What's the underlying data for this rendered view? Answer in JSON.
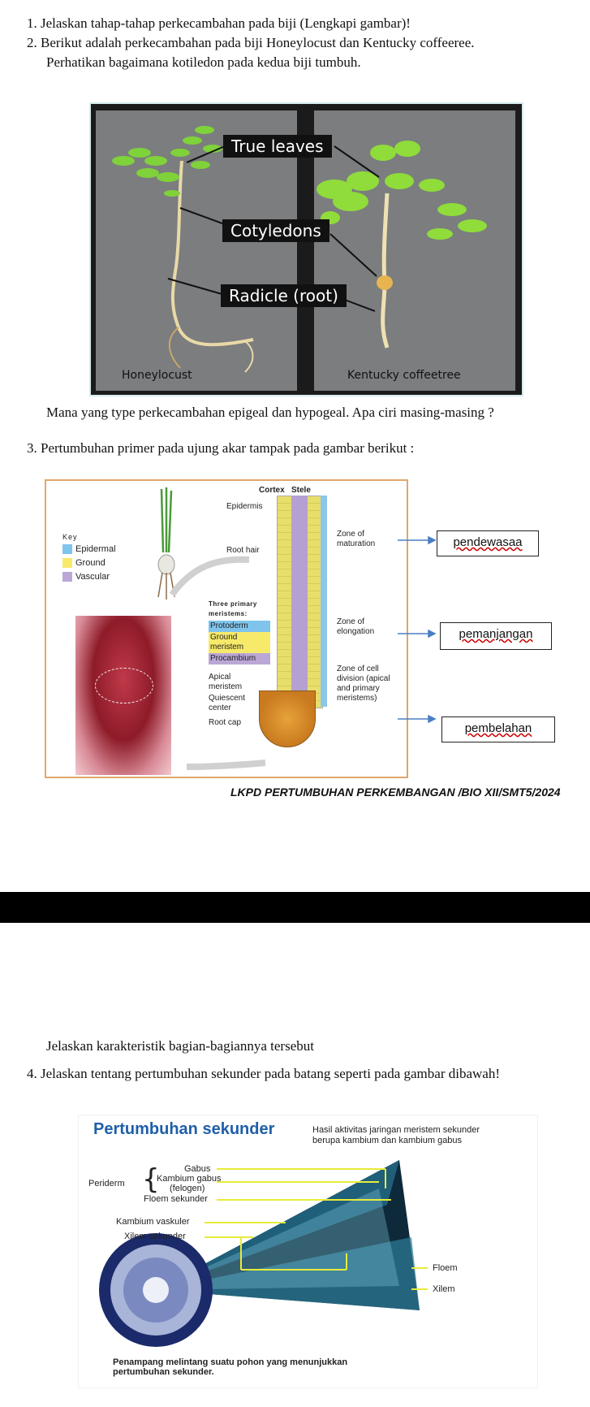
{
  "questions": {
    "q1": "1.  Jelaskan tahap-tahap perkecambahan pada biji (Lengkapi gambar)!",
    "q2_line1": "2.  Berikut adalah perkecambahan pada  biji Honeylocust dan Kentucky coffeeree.",
    "q2_line2": "Perhatikan bagaimana kotiledon pada kedua biji tumbuh.",
    "q2_question": "Mana yang type perkecambahan epigeal dan hypogeal. Apa ciri masing-masing ?",
    "q3": "3.  Pertumbuhan primer pada ujung akar tampak pada gambar berikut :",
    "q3_followup": "Jelaskan karakteristik bagian-bagiannya tersebut",
    "q4": "4.  Jelaskan tentang pertumbuhan sekunder pada batang seperti pada gambar dibawah!"
  },
  "germination_figure": {
    "true_leaves": "True leaves",
    "cotyledons": "Cotyledons",
    "radicle": "Radicle (root)",
    "left_plant": "Honeylocust",
    "right_plant": "Kentucky coffeetree"
  },
  "root_figure": {
    "key_title": "Key",
    "key_items": [
      {
        "label": "Epidermal",
        "color": "#7fc4ec"
      },
      {
        "label": "Ground",
        "color": "#f7ea6b"
      },
      {
        "label": "Vascular",
        "color": "#bba7d6"
      }
    ],
    "cortex": "Cortex",
    "stele": "Stele",
    "epidermis": "Epidermis",
    "root_hair": "Root hair",
    "three_primary": "Three primary meristems:",
    "protoderm": "Protoderm",
    "ground_meristem": "Ground meristem",
    "procambium": "Procambium",
    "apical_meristem": "Apical meristem",
    "quiescent_center": "Quiescent center",
    "root_cap": "Root cap",
    "zone_maturation": "Zone of maturation",
    "zone_elongation": "Zone of elongation",
    "zone_division": "Zone of cell division (apical and primary meristems)",
    "answers": [
      "pendewasaa",
      "pemanjangan",
      "pembelahan"
    ]
  },
  "footer": "LKPD PERTUMBUHAN PERKEMBANGAN /BIO XII/SMT5/2024",
  "secondary_figure": {
    "title": "Pertumbuhan sekunder",
    "subtitle_line1": "Hasil aktivitas jaringan meristem sekunder",
    "subtitle_line2": "berupa kambium dan kambium gabus",
    "periderm": "Periderm",
    "gabus": "Gabus",
    "kambium_gabus": "Kambium gabus",
    "felogen": "(felogen)",
    "floem_sekunder": "Floem sekunder",
    "kambium_vaskuler": "Kambium vaskuler",
    "xilem_sekunder": "Xilem sekunder",
    "floem": "Floem",
    "xilem": "Xilem",
    "caption_line1": "Penampang melintang suatu pohon yang menunjukkan",
    "caption_line2": "pertumbuhan sekunder."
  }
}
